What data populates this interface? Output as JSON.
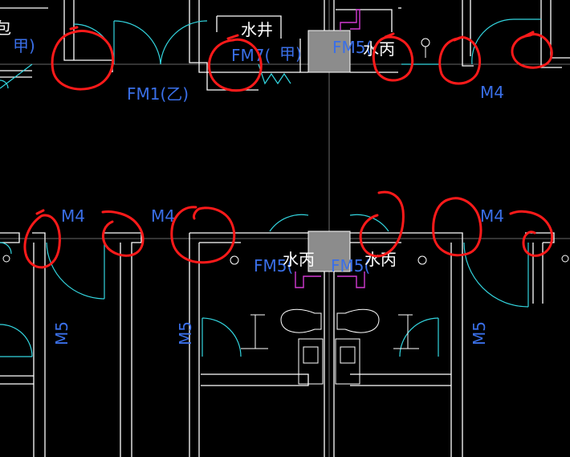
{
  "drawing": {
    "background": "#000000",
    "colors": {
      "wall": "#ffffff",
      "door_swing": "#33d6e0",
      "label": "#3a6fe8",
      "markup": "#ff1a1a",
      "pipe": "#d23bd2",
      "shaft_fill": "#8c8c8c"
    },
    "labels": {
      "top_left_partial_1": "包",
      "top_left_partial_2": "甲)",
      "shaft_top": "水井",
      "fm7_left": "FM7(",
      "fm7_right": "甲)",
      "fm5_top": "FM5(",
      "fm5_top_suffix": "水丙",
      "fm1": "FM1(乙)",
      "m4_top_right": "M4",
      "m4_mid_1": "M4",
      "m4_mid_2": "M4",
      "m4_mid_3": "M4",
      "fm5_bottom_left": "FM5(",
      "fm5_bottom_left_suffix": "水丙",
      "fm5_bottom_right": "FM5(",
      "fm5_bottom_right_suffix": "水丙",
      "m5_left": "M5",
      "m5_mid": "M5",
      "m5_right": "M5"
    },
    "markup_icons": [
      "red-circle-markup"
    ]
  }
}
